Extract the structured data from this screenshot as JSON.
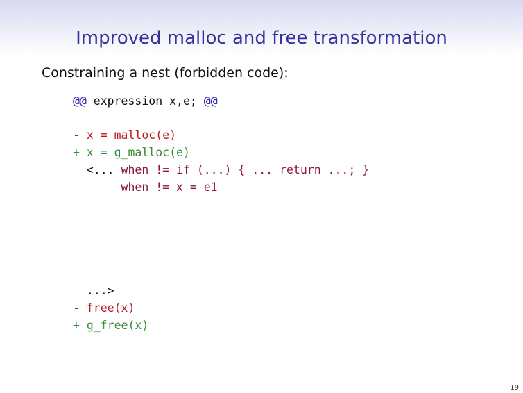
{
  "title": "Improved malloc and free transformation",
  "subtitle": "Constraining a nest (forbidden code):",
  "code": {
    "l1a": "@@",
    "l1b": " expression x,e; ",
    "l1c": "@@",
    "l2": "- x = malloc(e)",
    "l3": "+ x = g_malloc(e)",
    "l4a": "  <... ",
    "l4b": "when != if (...) { ... return ...; }",
    "l5": "       when != x = e1",
    "l6": "  ...>",
    "l7": "- free(x)",
    "l8": "+ g_free(x)"
  },
  "page_number": "19",
  "colors": {
    "title": "#33339a",
    "minus": "#b81c22",
    "plus": "#3c8c3c",
    "when": "#8c1838",
    "metavar": "#2a2aa6"
  }
}
